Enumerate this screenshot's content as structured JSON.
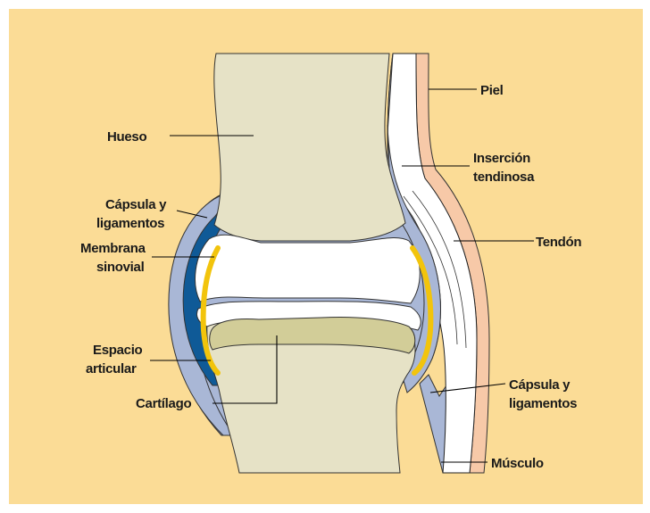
{
  "diagram": {
    "colors": {
      "background": "#fbdc96",
      "bone": "#e6e2c6",
      "capsule": "#a9b7d6",
      "synovial_fluid": "#0f5a97",
      "synovial_membrane": "#f2c40c",
      "skin": "#f7c9a8",
      "cartilage": "#d2cd98"
    },
    "labels": {
      "piel": "Piel",
      "hueso": "Hueso",
      "insercion_l1": "Inserción",
      "insercion_l2": "tendinosa",
      "capsula_left_l1": "Cápsula y",
      "capsula_left_l2": "ligamentos",
      "membrana_l1": "Membrana",
      "membrana_l2": "sinovial",
      "tendon": "Tendón",
      "espacio_l1": "Espacio",
      "espacio_l2": "articular",
      "capsula_right_l1": "Cápsula y",
      "capsula_right_l2": "ligamentos",
      "cartilago": "Cartílago",
      "musculo": "Músculo"
    }
  }
}
